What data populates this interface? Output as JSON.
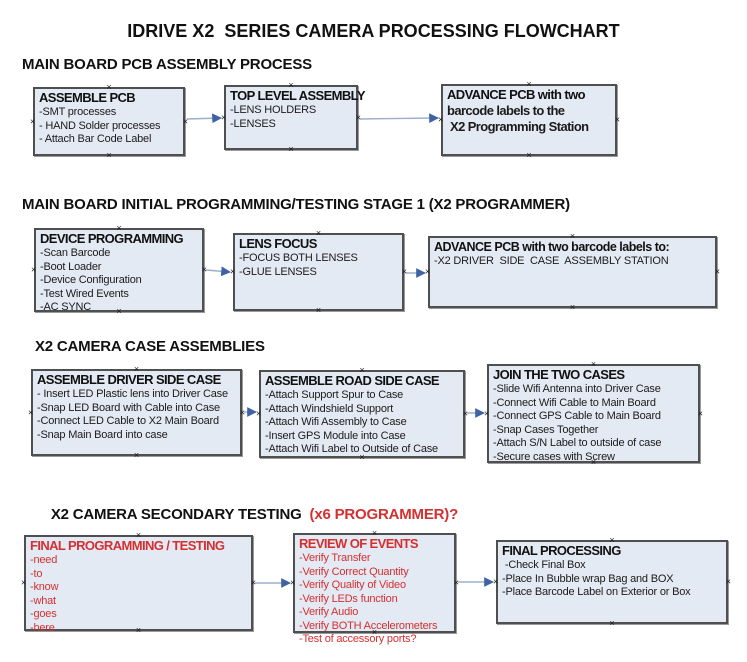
{
  "title": "IDRIVE X2  SERIES CAMERA PROCESSING FLOWCHART",
  "colors": {
    "box_fill": "#e4eaf4",
    "box_border": "#4f4f4f",
    "arrow_line": "#9caecd",
    "arrow_head": "#3f62a5",
    "red_text": "#d43030"
  },
  "sections": [
    {
      "heading": "MAIN BOARD PCB ASSEMBLY PROCESS",
      "boxes": [
        {
          "title": "ASSEMBLE PCB",
          "lines": [
            "-SMT processes",
            "- HAND Solder processes",
            "- Attach Bar Code Label"
          ]
        },
        {
          "title": "TOP LEVEL ASSEMBLY",
          "lines": [
            "-LENS HOLDERS",
            "-LENSES"
          ]
        },
        {
          "title": "ADVANCE PCB with two",
          "lines": [
            "barcode labels to the",
            " X2 Programming Station"
          ]
        }
      ]
    },
    {
      "heading": "MAIN BOARD INITIAL PROGRAMMING/TESTING STAGE 1 (X2 PROGRAMMER)",
      "boxes": [
        {
          "title": "DEVICE PROGRAMMING",
          "lines": [
            "-Scan Barcode",
            "-Boot Loader",
            "-Device Configuration",
            "-Test Wired Events",
            "-AC SYNC"
          ]
        },
        {
          "title": "LENS FOCUS",
          "lines": [
            "-FOCUS BOTH LENSES",
            "-GLUE LENSES"
          ]
        },
        {
          "title": "ADVANCE PCB with two barcode labels to:",
          "lines": [
            "-X2 DRIVER  SIDE  CASE  ASSEMBLY STATION"
          ]
        }
      ]
    },
    {
      "heading": "X2 CAMERA CASE ASSEMBLIES",
      "boxes": [
        {
          "title": "ASSEMBLE DRIVER SIDE CASE",
          "lines": [
            "- Insert LED Plastic lens into Driver Case",
            "-Snap LED Board with Cable into Case",
            "-Connect LED Cable to X2 Main Board",
            "-Snap Main Board into case"
          ]
        },
        {
          "title": "ASSEMBLE ROAD SIDE CASE",
          "lines": [
            "-Attach Support Spur to Case",
            "-Attach Windshield Support",
            "-Attach Wifi Assembly to Case",
            "-Insert GPS Module into Case",
            "-Attach Wifi Label to Outside of Case"
          ]
        },
        {
          "title": "JOIN THE TWO CASES",
          "lines": [
            "-Slide Wifi Antenna into Driver Case",
            "-Connect Wifi Cable to Main Board",
            "-Connect GPS Cable to Main Board",
            "-Snap Cases Together",
            "-Attach S/N Label to outside of case",
            "-Secure cases with Screw"
          ]
        }
      ]
    },
    {
      "heading": "X2 CAMERA SECONDARY TESTING ",
      "heading_red": " (x6 PROGRAMMER)?",
      "boxes": [
        {
          "title": "FINAL PROGRAMMING / TESTING",
          "lines": [
            "-need",
            "-to",
            "-know",
            "-what",
            "-goes",
            "-here"
          ]
        },
        {
          "title": "REVIEW OF EVENTS",
          "lines": [
            "-Verify Transfer",
            "-Verify Correct Quantity",
            "-Verify Quality of Video",
            "-Verify LEDs function",
            "-Verify Audio",
            "-Verify BOTH Accelerometers",
            "-Test of accessory ports?"
          ]
        },
        {
          "title": "FINAL PROCESSING",
          "lines": [
            " -Check Final Box",
            "-Place In Bubble wrap Bag and BOX",
            "-Place Barcode Label on Exterior or Box"
          ]
        }
      ]
    }
  ]
}
